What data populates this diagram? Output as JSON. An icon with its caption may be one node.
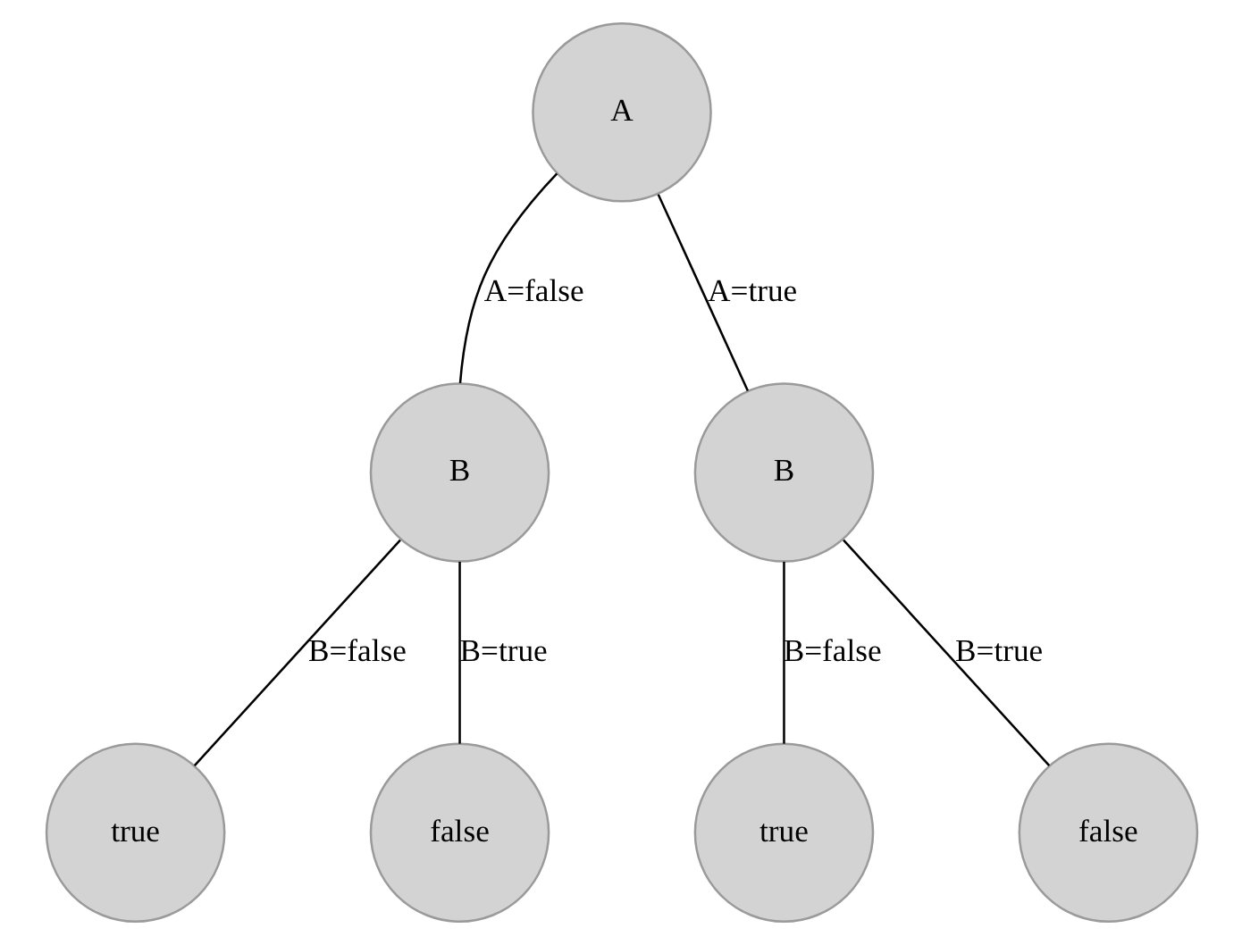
{
  "diagram": {
    "nodes": [
      {
        "text": [
          "A"
        ]
      },
      {
        "text": [
          "B"
        ]
      },
      {
        "text": [
          "B"
        ]
      },
      {
        "text": [
          "true"
        ]
      },
      {
        "text": [
          "false"
        ]
      },
      {
        "text": [
          "true"
        ]
      },
      {
        "text": [
          "false"
        ]
      }
    ],
    "edges": [
      {
        "from": 0,
        "to": 1,
        "arrow": "none",
        "label": "A=false"
      },
      {
        "from": 0,
        "to": 2,
        "arrow": "none",
        "label": "A=true"
      },
      {
        "from": 1,
        "to": 3,
        "arrow": "none",
        "label": "B=false"
      },
      {
        "from": 1,
        "to": 4,
        "arrow": "none",
        "label": "B=true"
      },
      {
        "from": 2,
        "to": 5,
        "arrow": "none",
        "label": "B=false"
      },
      {
        "from": 2,
        "to": 6,
        "arrow": "none",
        "label": "B=true"
      }
    ]
  }
}
